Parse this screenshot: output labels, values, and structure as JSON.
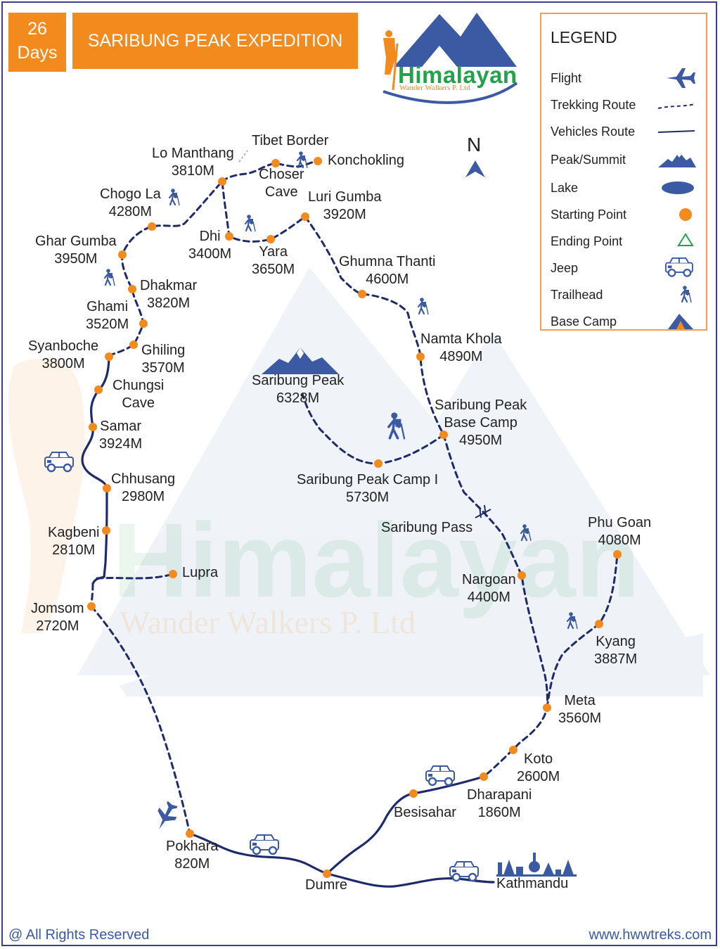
{
  "header": {
    "days_number": "26",
    "days_unit": "Days",
    "title": "SARIBUNG PEAK EXPEDITION"
  },
  "brand": {
    "name": "Himalayan",
    "sub": "Wander Walkers P. Ltd",
    "watermark_name": "Himalayan",
    "watermark_sub": "Wander Walkers P. Ltd"
  },
  "compass": {
    "label": "N"
  },
  "legend": {
    "title": "LEGEND",
    "items": [
      {
        "label": "Flight",
        "icon": "plane-icon"
      },
      {
        "label": "Trekking Route",
        "icon": "dashed-line-icon"
      },
      {
        "label": "Vehicles Route",
        "icon": "solid-line-icon"
      },
      {
        "label": "Peak/Summit",
        "icon": "mountain-icon"
      },
      {
        "label": "Lake",
        "icon": "lake-icon"
      },
      {
        "label": "Starting Point",
        "icon": "orange-dot-icon"
      },
      {
        "label": "Ending Point",
        "icon": "triangle-icon"
      },
      {
        "label": "Jeep",
        "icon": "jeep-icon"
      },
      {
        "label": "Trailhead",
        "icon": "hiker-icon"
      },
      {
        "label": "Base Camp",
        "icon": "tent-icon"
      }
    ]
  },
  "places": {
    "tibet_border": "Tibet Border",
    "lo_manthang": [
      "Lo Manthang",
      "3810M"
    ],
    "chosar_cave": [
      "Choser",
      "Cave"
    ],
    "konchokling": "Konchokling",
    "chogo_la": [
      "Chogo La",
      "4280M"
    ],
    "luri_gumba": [
      "Luri Gumba",
      "3920M"
    ],
    "ghar_gumba": [
      "Ghar Gumba",
      "3950M"
    ],
    "dhi": [
      "Dhi",
      "3400M"
    ],
    "yara": [
      "Yara",
      "3650M"
    ],
    "ghumna_thanti": [
      "Ghumna Thanti",
      "4600M"
    ],
    "dhakmar": [
      "Dhakmar",
      "3820M"
    ],
    "ghami": [
      "Ghami",
      "3520M"
    ],
    "namta_khola": [
      "Namta Khola",
      "4890M"
    ],
    "syanboche": [
      "Syanboche",
      "3800M"
    ],
    "ghiling": [
      "Ghiling",
      "3570M"
    ],
    "saribung_peak": [
      "Saribung Peak",
      "6328M"
    ],
    "chungsi_cave": [
      "Chungsi",
      "Cave"
    ],
    "saribung_base_camp": [
      "Saribung Peak",
      "Base Camp",
      "4950M"
    ],
    "samar": [
      "Samar",
      "3924M"
    ],
    "chhusang": [
      "Chhusang",
      "2980M"
    ],
    "saribung_camp1": [
      "Saribung Peak Camp I",
      "5730M"
    ],
    "saribung_pass": "Saribung Pass",
    "phu_goan": [
      "Phu Goan",
      "4080M"
    ],
    "kagbeni": [
      "Kagbeni",
      "2810M"
    ],
    "lupra": "Lupra",
    "nargoan": [
      "Nargoan",
      "4400M"
    ],
    "jomsom": [
      "Jomsom",
      "2720M"
    ],
    "kyang": [
      "Kyang",
      "3887M"
    ],
    "meta": [
      "Meta",
      "3560M"
    ],
    "koto": [
      "Koto",
      "2600M"
    ],
    "dharapani": [
      "Dharapani",
      "1860M"
    ],
    "besisahar": "Besisahar",
    "pokhara": [
      "Pokhara",
      "820M"
    ],
    "dumre": "Dumre",
    "kathmandu": "Kathmandu"
  },
  "footer": {
    "rights": "@ All Rights Reserved",
    "url": "www.hwwtreks.com"
  },
  "colors": {
    "orange": "#f28a1e",
    "route": "#1f2a6b",
    "icon_blue": "#3b5aa3",
    "brand_green": "#22a24a",
    "triangle_green": "#22a24a"
  }
}
